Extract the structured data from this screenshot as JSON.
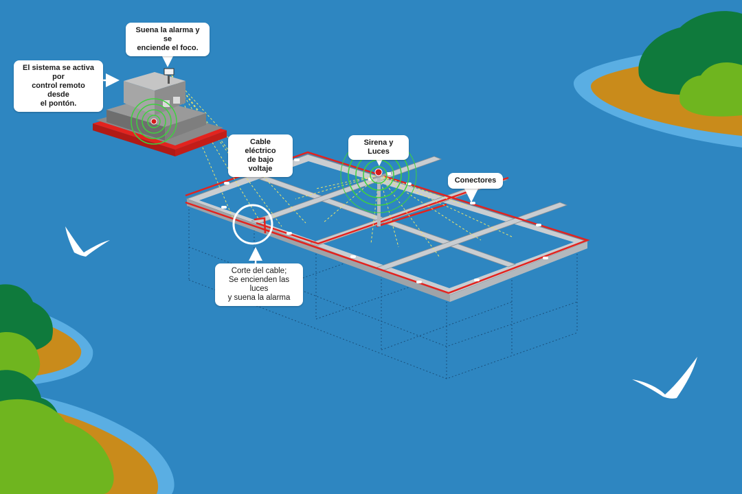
{
  "labels": {
    "alarm_light": "Suena la alarma y se\nenciende el foco.",
    "remote_activation": "El sistema se activa por\ncontrol remoto desde\nel pontón.",
    "low_voltage_cable": "Cable eléctrico\nde bajo voltaje",
    "siren_lights": "Sirena y Luces",
    "connectors": "Conectores",
    "cable_cut": "Corte del cable;\nSe encienden las luces\ny suena la alarma"
  },
  "colors": {
    "water": "#2e86c1",
    "cable": "#e3231e",
    "signal_rings": "#3fd13f",
    "frame": "#c9cdd1",
    "island_sand": "#c98b1b",
    "island_green_dark": "#0f7a3c",
    "island_green_light": "#6fb51f"
  }
}
